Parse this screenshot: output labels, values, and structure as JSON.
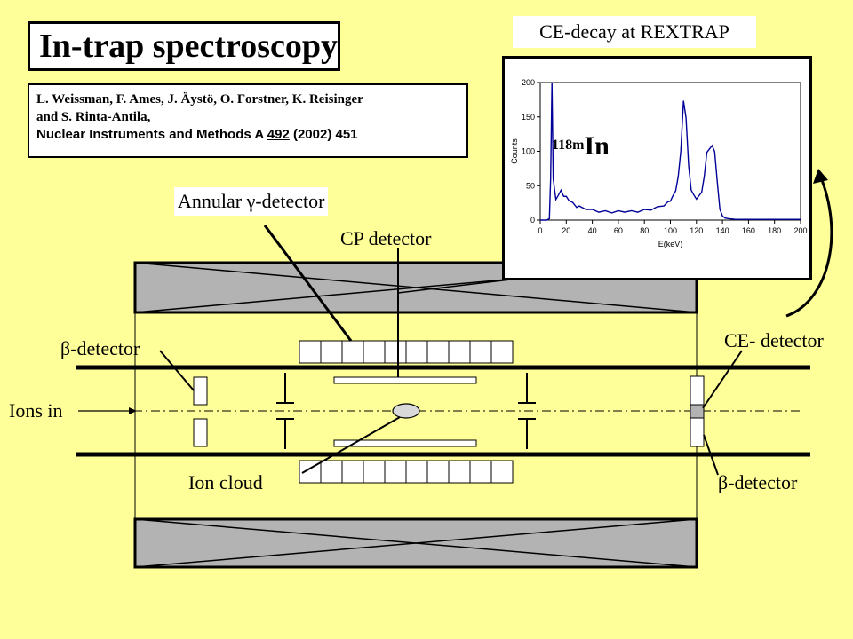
{
  "title": "In-trap spectroscopy",
  "reference": {
    "authors_line1": "L. Weissman, F. Ames, J. Äystö, O. Forstner, K. Reisinger",
    "authors_line2": "and S. Rinta-Antila,",
    "journal": "Nuclear Instruments and Methods A",
    "volume": "492",
    "year_page": "(2002) 451"
  },
  "labels": {
    "annular": "Annular γ-detector",
    "cp_detector": "CP detector",
    "beta_left": "β-detector",
    "ions_in": "Ions in",
    "ion_cloud": "Ion cloud",
    "ce_detector": "CE- detector",
    "beta_right": "β-detector"
  },
  "inset": {
    "title": "CE-decay at REXTRAP",
    "isotope_mass": "118m",
    "isotope_symbol": "In"
  },
  "colors": {
    "background": "#ffff99",
    "magnet_fill": "#b3b3b3",
    "spectrum": "#000099"
  },
  "chart_data": {
    "type": "line",
    "xlabel": "E(keV)",
    "ylabel": "Counts",
    "xlim": [
      0,
      200
    ],
    "ylim": [
      0,
      200
    ],
    "xticks": [
      0,
      20,
      40,
      60,
      80,
      100,
      120,
      140,
      160,
      180,
      200
    ],
    "yticks": [
      0,
      50,
      100,
      150,
      200
    ],
    "grid": false,
    "series": [
      {
        "x": [
          0,
          5,
          7,
          8,
          9,
          10,
          12,
          14,
          16,
          18,
          20,
          22,
          25,
          28,
          30,
          35,
          40,
          45,
          50,
          55,
          60,
          65,
          70,
          75,
          80,
          85,
          90,
          95,
          98,
          100,
          102,
          104,
          106,
          108,
          110,
          112,
          114,
          116,
          118,
          120,
          122,
          124,
          126,
          128,
          130,
          132,
          134,
          136,
          138,
          140,
          142,
          145,
          150,
          160,
          170,
          180,
          190,
          200
        ],
        "y": [
          0,
          0,
          2,
          60,
          200,
          60,
          30,
          38,
          42,
          36,
          33,
          30,
          24,
          20,
          19,
          17,
          14,
          13,
          12,
          12,
          12,
          13,
          12,
          13,
          14,
          16,
          18,
          22,
          25,
          29,
          34,
          44,
          62,
          102,
          172,
          150,
          78,
          45,
          35,
          32,
          34,
          42,
          62,
          100,
          102,
          110,
          98,
          58,
          14,
          6,
          3,
          2,
          1,
          1,
          1,
          1,
          1,
          1
        ]
      }
    ]
  }
}
